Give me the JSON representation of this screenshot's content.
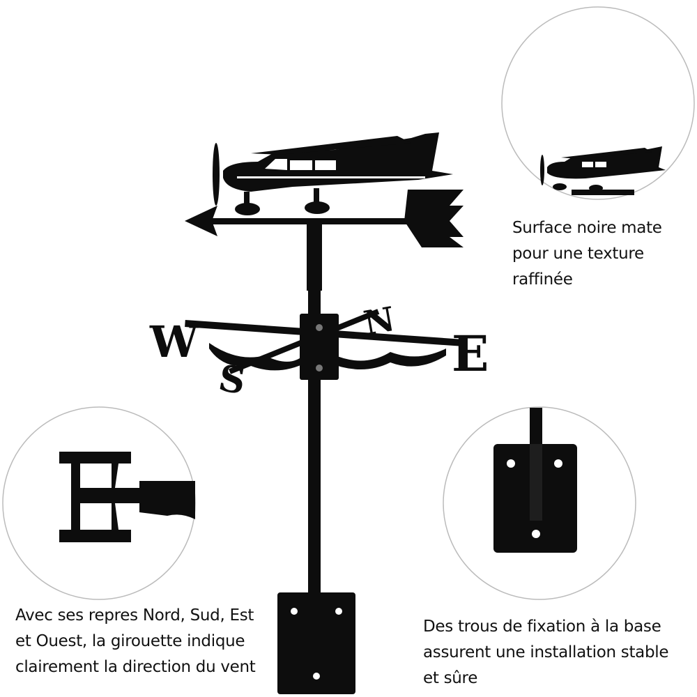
{
  "product": {
    "compass_letters": {
      "west": "W",
      "east": "E",
      "north": "N",
      "south": "S"
    }
  },
  "callouts": {
    "finish": {
      "lines": [
        "Surface noire mate",
        "pour une texture",
        "raffinée"
      ]
    },
    "directions": {
      "lines": [
        "Avec ses repres Nord, Sud, Est",
        "et Ouest, la girouette indique",
        "clairement la direction du vent"
      ]
    },
    "mounting": {
      "lines": [
        "Des trous de fixation à la base",
        "assurent une installation stable",
        "et sûre"
      ]
    }
  },
  "colors": {
    "metal": "#0d0d0d",
    "circle_border": "#bbbbbb"
  }
}
